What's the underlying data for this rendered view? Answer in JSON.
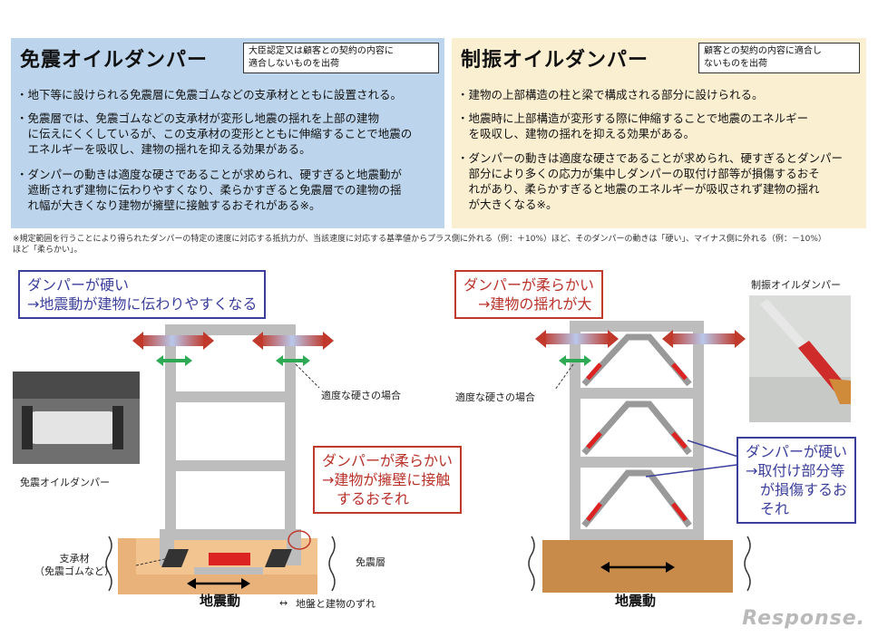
{
  "left_panel": {
    "title": "免震オイルダンパー",
    "note": "大臣認定又は顧客との契約の内容に\n適合しないものを出荷",
    "bullets": [
      "・地下等に設けられる免震層に免震ゴムなどの支承材とともに設置される。",
      "・免震層では、免震ゴムなどの支承材が変形し地震の揺れを上部の建物\n　に伝えにくくしているが、この支承材の変形とともに伸縮することで地震の\n　エネルギーを吸収し、建物の揺れを抑える効果がある。",
      "・ダンパーの動きは適度な硬さであることが求められ、硬すぎると地震動が\n　遮断されず建物に伝わりやすくなり、柔らかすぎると免震層での建物の揺\n　れ幅が大きくなり建物が擁壁に接触するおそれがある※。"
    ]
  },
  "right_panel": {
    "title": "制振オイルダンパー",
    "note": "顧客との契約の内容に適合し\nないものを出荷",
    "bullets": [
      "・建物の上部構造の柱と梁で構成される部分に設けられる。",
      "・地震時に上部構造が変形する際に伸縮することで地震のエネルギー\n　を吸収し、建物の揺れを抑える効果がある。",
      "・ダンパーの動きは適度な硬さであることが求められ、硬すぎるとダンパー\n　部分により多くの応力が集中しダンパーの取付け部等が損傷するおそ\n　れがあり、柔らかすぎると地震のエネルギーが吸収されず建物の揺れ\n　が大きくなる※。"
    ]
  },
  "footnote": "※規定範囲を行うことにより得られたダンパーの特定の速度に対応する抵抗力が、当該速度に対応する基準値からプラス側に外れる（例：＋10%）ほど、そのダンパーの動きは「硬い」、マイナス側に外れる（例：－10%）\nほど「柔らかい」。",
  "left_diagram": {
    "callout_hard": "ダンパーが硬い\n→地震動が建物に伝わりやすくなる",
    "callout_soft": "ダンパーが柔らかい\n→建物が擁壁に接触\n　するおそれ",
    "label_moderate": "適度な硬さの場合",
    "label_photo": "免震オイルダンパー",
    "label_bearing": "支承材\n（免震ゴムなど）",
    "label_layer": "免震層",
    "label_quake": "地震動",
    "label_shift": "地盤と建物のずれ"
  },
  "right_diagram": {
    "callout_soft": "ダンパーが柔らかい\n　→建物の揺れが大",
    "callout_hard": "ダンパーが硬い\n→取付け部分等\n　が損傷するお\n　それ",
    "label_moderate": "適度な硬さの場合",
    "label_photo": "制振オイルダンパー",
    "label_quake": "地震動"
  },
  "watermark": "Response.",
  "colors": {
    "left_panel_bg": "#bcd5ec",
    "right_panel_bg": "#fbefd2",
    "callout_blue": "#3b3f9b",
    "callout_red": "#c0392b",
    "ground": "#c98b4a",
    "frame": "#b9b9b9"
  }
}
